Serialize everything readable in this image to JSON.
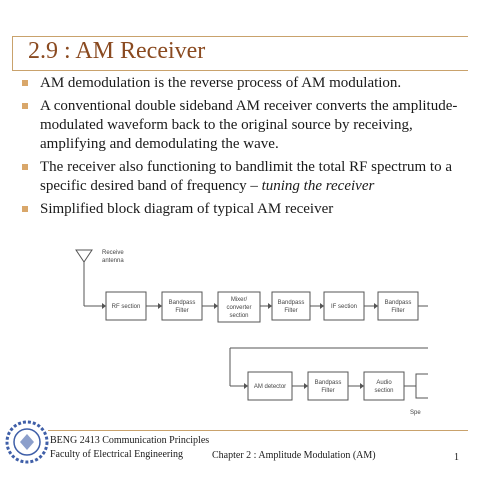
{
  "slide": {
    "title": "2.9 : AM Receiver",
    "bullets": [
      {
        "text": "AM demodulation is the reverse process of AM modulation."
      },
      {
        "text": "A conventional double sideband AM receiver converts the amplitude-modulated waveform back to the original source by receiving, amplifying and demodulating the wave."
      },
      {
        "text_main": "The receiver also functioning to bandlimit the total RF spectrum to a specific desired band of frequency – ",
        "text_emphasis": "tuning the receiver"
      },
      {
        "text": "Simplified block diagram of typical AM receiver"
      }
    ]
  },
  "diagram": {
    "antenna_label_line1": "Receive",
    "antenna_label_line2": "antenna",
    "row1": [
      {
        "line1": "RF section",
        "line2": ""
      },
      {
        "line1": "Bandpass",
        "line2": "Filter"
      },
      {
        "line1": "Mixer/",
        "line2": "converter",
        "line3": "section"
      },
      {
        "line1": "Bandpass",
        "line2": "Filter"
      },
      {
        "line1": "IF section",
        "line2": ""
      },
      {
        "line1": "Bandpass",
        "line2": "Filter"
      }
    ],
    "row2": [
      {
        "line1": "AM detector",
        "line2": ""
      },
      {
        "line1": "Bandpass",
        "line2": "Filter"
      },
      {
        "line1": "Audio",
        "line2": "section"
      }
    ],
    "partial_label": "Spe"
  },
  "footer": {
    "course": "BENG 2413 Communication Principles",
    "faculty": "Faculty of  Electrical Engineering",
    "chapter": "Chapter 2 : Amplitude Modulation (AM)",
    "page": "1"
  },
  "colors": {
    "title": "#8a4a20",
    "accent": "#c9a26c",
    "bullet": "#d9a76a",
    "seal": "#3f5fa8"
  }
}
